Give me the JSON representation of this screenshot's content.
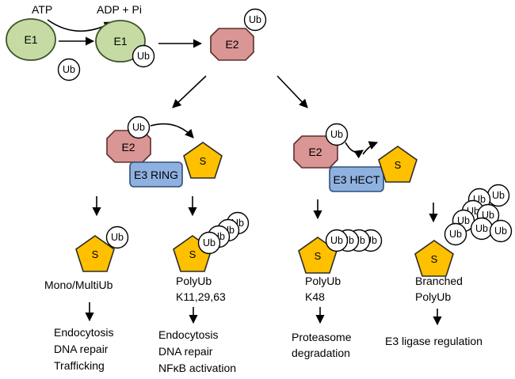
{
  "colors": {
    "e1_fill": "#c6dba4",
    "e2_fill": "#d99694",
    "e3_fill": "#8fb1e0",
    "substrate_fill": "#ffc000",
    "ub_fill": "#ffffff"
  },
  "activation": {
    "atp": "ATP",
    "adp_pi": "ADP + Pi",
    "e1": "E1",
    "e1_loaded": "E1",
    "free_ub": "Ub"
  },
  "labels": {
    "e2": "E2",
    "e3_ring": "E3 RING",
    "e3_hect": "E3 HECT",
    "ub": "Ub",
    "substrate": "S"
  },
  "outcomes": {
    "mono": {
      "type": "Mono/MultiUb",
      "functions": [
        "Endocytosis",
        "DNA repair",
        "Trafficking"
      ]
    },
    "polyub_k11": {
      "type": "PolyUb",
      "linkage": "K11,29,63",
      "functions": [
        "Endocytosis",
        "DNA repair",
        "NFκB activation"
      ]
    },
    "polyub_k48": {
      "type": "PolyUb",
      "linkage": "K48",
      "functions": [
        "Proteasome",
        "degradation"
      ]
    },
    "branched": {
      "type": [
        "Branched",
        "PolyUb"
      ],
      "functions": [
        "E3 ligase regulation"
      ]
    }
  }
}
